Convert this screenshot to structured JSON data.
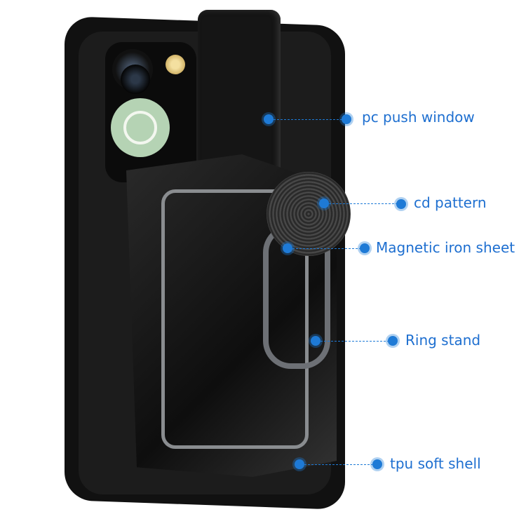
{
  "callouts": [
    {
      "id": "pc-push-window",
      "label": "pc push window"
    },
    {
      "id": "cd-pattern",
      "label": "cd pattern"
    },
    {
      "id": "magnetic-iron-sheet",
      "label": "Magnetic iron sheet"
    },
    {
      "id": "ring-stand",
      "label": "Ring stand"
    },
    {
      "id": "tpu-soft-shell",
      "label": "tpu soft shell"
    }
  ],
  "accent_color": "#1e7ad6"
}
